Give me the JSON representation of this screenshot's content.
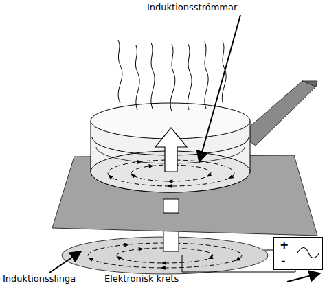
{
  "diagram": {
    "nodes": [
      {
        "text": [
          "+",
          "-"
        ]
      }
    ],
    "labels": [
      "Induktionsströmmar",
      "Induktionsslinga",
      "Elektronisk krets"
    ]
  }
}
